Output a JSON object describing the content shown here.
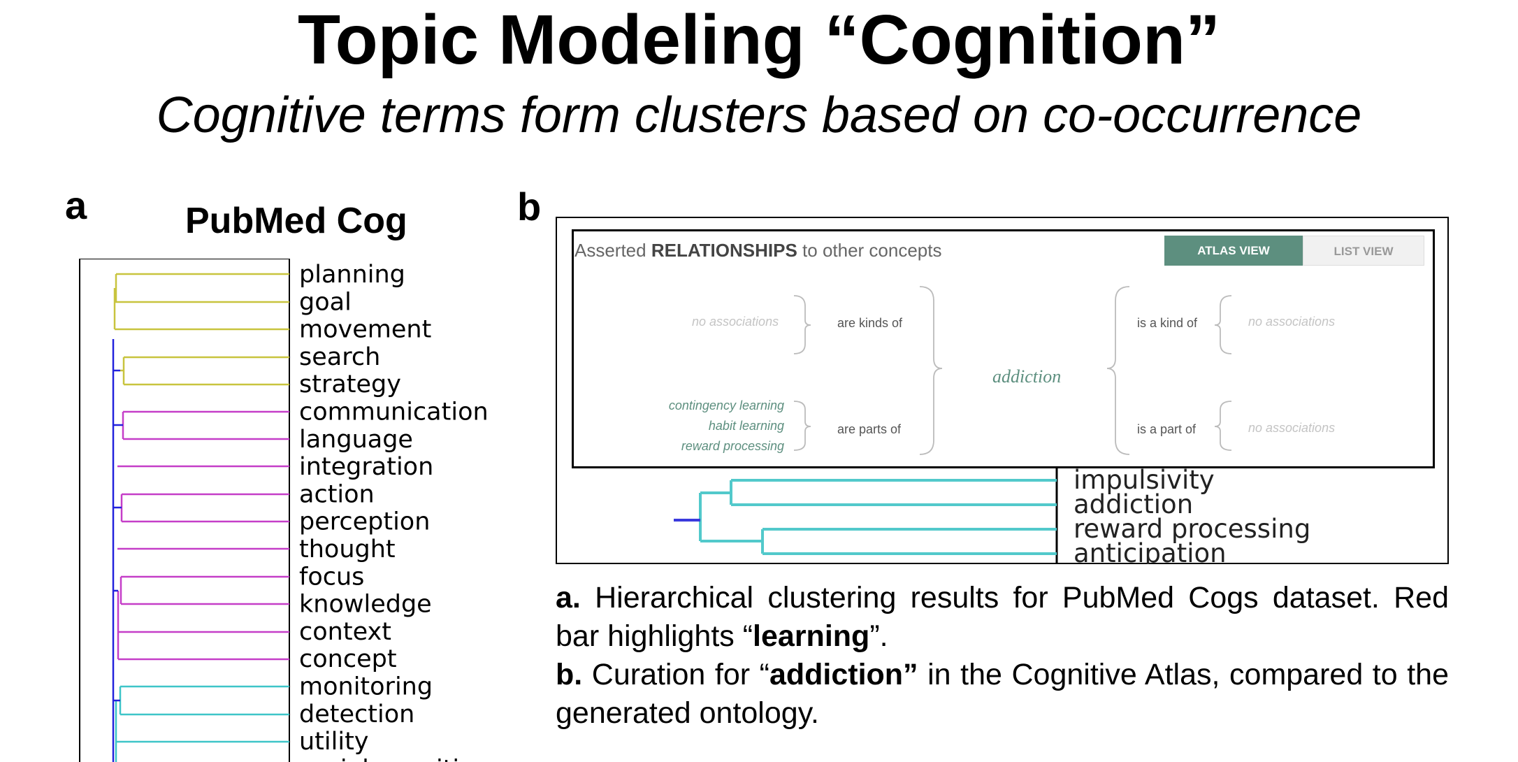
{
  "slide": {
    "title": "Topic Modeling “Cognition”",
    "subtitle": "Cognitive terms form clusters based on co-occurrence"
  },
  "panel_a": {
    "letter": "a",
    "title": "PubMed Cog",
    "terms": [
      "planning",
      "goal",
      "movement",
      "search",
      "strategy",
      "communication",
      "language",
      "integration",
      "action",
      "perception",
      "thought",
      "focus",
      "knowledge",
      "context",
      "concept",
      "monitoring",
      "detection",
      "utility",
      "social cognition"
    ],
    "cluster_colors": {
      "yellow": "#c8c43e",
      "magenta": "#c53ec8",
      "cyan": "#3ec5c8",
      "blue": "#2222dd"
    }
  },
  "panel_b": {
    "letter": "b",
    "atlas": {
      "header_prefix": "Asserted ",
      "header_bold": "RELATIONSHIPS",
      "header_suffix": " to other concepts",
      "tabs": {
        "atlas_view": "ATLAS VIEW",
        "list_view": "LIST VIEW"
      },
      "center_concept": "addiction",
      "left_top": {
        "items": [
          "no associations"
        ],
        "relation": "are kinds of"
      },
      "left_bottom": {
        "items": [
          "contingency learning",
          "habit learning",
          "reward processing"
        ],
        "relation": "are parts of"
      },
      "right_top": {
        "relation": "is a kind of",
        "items": [
          "no associations"
        ]
      },
      "right_bottom": {
        "relation": "is a part of",
        "items": [
          "no associations"
        ]
      },
      "accent_color": "#5d8f7f"
    },
    "dendrogram_terms": [
      "impulsivity",
      "addiction",
      "reward processing",
      "anticipation"
    ]
  },
  "caption": {
    "a_label": "a.",
    "a_text_1": " Hierarchical clustering results for PubMed Cogs dataset. Red bar highlights “",
    "a_bold": "learning",
    "a_text_2": "”.",
    "b_label": "b.",
    "b_text_1": " Curation for “",
    "b_bold": "addiction”",
    "b_text_2": " in the Cognitive Atlas, compared to the generated ontology."
  }
}
